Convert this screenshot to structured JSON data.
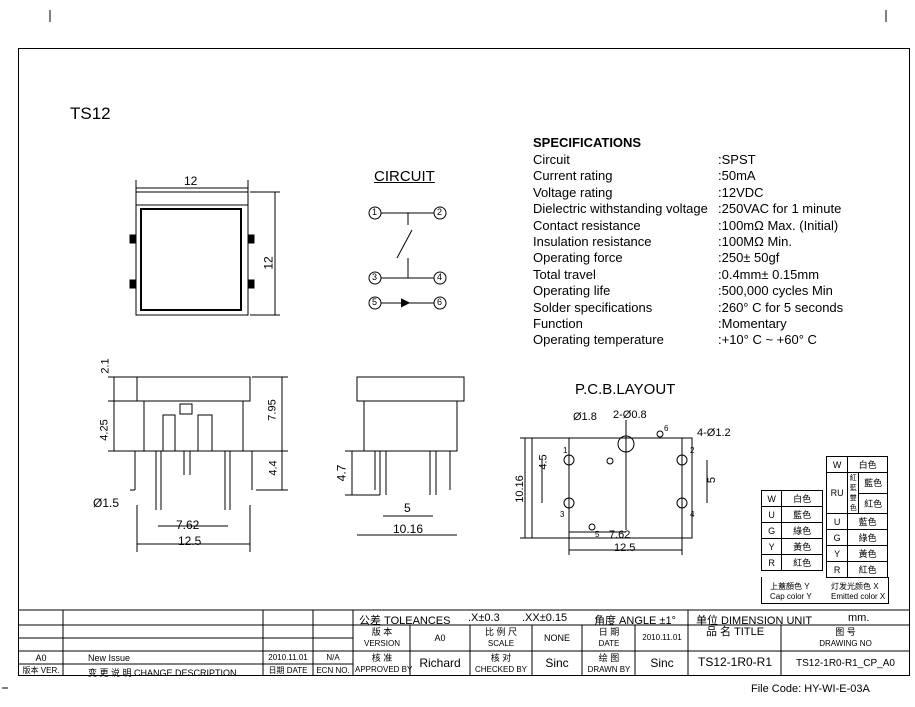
{
  "title": "TS12",
  "specs": {
    "heading": "SPECIFICATIONS",
    "rows": [
      {
        "label": "Circuit",
        "value": ":SPST"
      },
      {
        "label": "Current rating",
        "value": ":50mA"
      },
      {
        "label": "Voltage rating",
        "value": ":12VDC"
      },
      {
        "label": "Dielectric withstanding voltage",
        "value": ":250VAC for 1 minute"
      },
      {
        "label": "Contact resistance",
        "value": ":100mΩ  Max. (Initial)"
      },
      {
        "label": "Insulation resistance",
        "value": ":100MΩ  Min."
      },
      {
        "label": "Operating force",
        "value": ":250± 50gf"
      },
      {
        "label": "Total travel",
        "value": ":0.4mm± 0.15mm"
      },
      {
        "label": "Operating life",
        "value": ":500,000 cycles Min"
      },
      {
        "label": "Solder specifications",
        "value": ":260° C for 5 seconds"
      },
      {
        "label": "Function",
        "value": ":Momentary"
      },
      {
        "label": "Operating temperature",
        "value": ":+10° C ~ +60° C"
      }
    ]
  },
  "circuit": {
    "heading": "CIRCUIT",
    "pins": [
      "1",
      "2",
      "3",
      "4",
      "5",
      "6"
    ]
  },
  "pcb": {
    "heading": "P.C.B.LAYOUT",
    "dims": [
      "Ø1.8",
      "2-Ø0.8",
      "4-Ø1.2",
      "10.16",
      "4.5",
      "5",
      "7.62",
      "12.5"
    ],
    "pins": [
      "1",
      "2",
      "3",
      "4"
    ],
    "small_pin": "5",
    "small_pin_b": "6"
  },
  "top_view": {
    "dim_w": "12",
    "dim_h": "12"
  },
  "front_view": {
    "dims": [
      "2.1",
      "7.95",
      "4.25",
      "4.4",
      "Ø1.5",
      "7.62",
      "12.5"
    ]
  },
  "side_view": {
    "dims": [
      "4.7",
      "5",
      "10.16"
    ]
  },
  "color_table": {
    "left": [
      [
        "W",
        "白色"
      ],
      [
        "U",
        "藍色"
      ],
      [
        "G",
        "綠色"
      ],
      [
        "Y",
        "黃色"
      ],
      [
        "R",
        "紅色"
      ]
    ],
    "right": [
      [
        "W",
        "白色"
      ],
      [
        "RU",
        "藍色",
        "紅藍雙色",
        "紅色"
      ],
      [
        "U",
        "藍色"
      ],
      [
        "G",
        "綠色"
      ],
      [
        "Y",
        "黃色"
      ],
      [
        "R",
        "紅色"
      ]
    ],
    "left_caption_cn": "上蓋顏色 Y",
    "left_caption_en": "Cap color Y",
    "right_caption_cn": "灯发光颜色 X",
    "right_caption_en": "Emitted color X"
  },
  "title_block": {
    "tolerances_label": "公差 TOLEANCES",
    "tol1": ".X±0.3",
    "tol2": ".XX±0.15",
    "angle": "角度 ANGLE ±1°",
    "unit": "单位  DIMENSION UNIT",
    "unit_val": "mm.",
    "version_cn": "版 本",
    "version_en": "VERSION",
    "version_val": "A0",
    "scale_cn": "比 例 尺",
    "scale_en": "SCALE",
    "scale_val": "NONE",
    "date_cn": "日 期",
    "date_en": "DATE",
    "date_val": "2010.11.01",
    "title_cn": "品 名  TITLE",
    "drawno_cn": "图 号",
    "drawno_en": "DRAWING NO",
    "approved_cn": "核 准",
    "approved_en": "APPROVED BY",
    "approved_val": "Richard",
    "checked_cn": "核 对",
    "checked_en": "CHECKED BY",
    "checked_val": "Sinc",
    "drawn_cn": "绘 图",
    "drawn_en": "DRAWN BY",
    "drawn_val": "Sinc",
    "title_val": "TS12-1R0-R1",
    "drawno_val": "TS12-1R0-R1_CP_A0",
    "rev_ver": "A0",
    "rev_desc": "New Issue",
    "rev_date": "2010.11.01",
    "rev_ecn": "N/A",
    "hdr_ver": "版本 VER.",
    "hdr_desc": "变 更 说 明  CHANGE DESCRIPTION",
    "hdr_date": "日期 DATE",
    "hdr_ecn": "ECN NO."
  },
  "file_code": "File Code: HY-WI-E-03A"
}
